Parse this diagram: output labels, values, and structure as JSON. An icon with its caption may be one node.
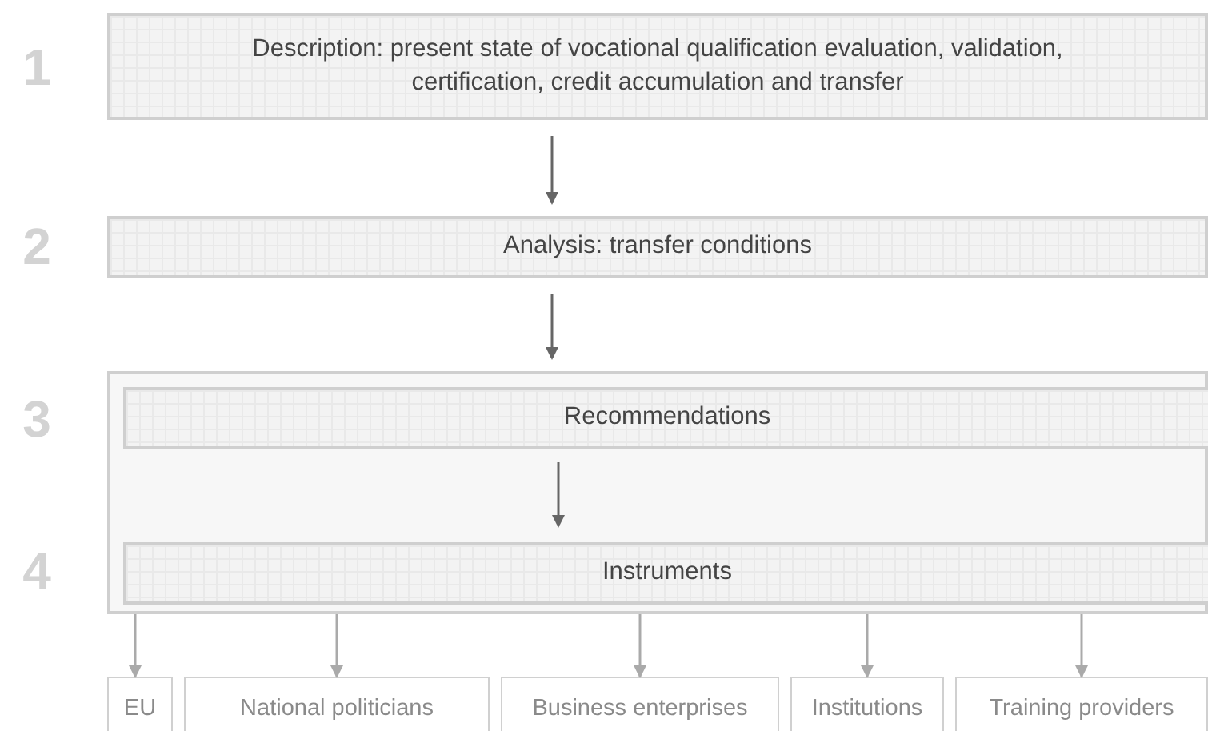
{
  "diagram": {
    "nodes": [
      {
        "text": [
          "Description: present state of vocational qualification evaluation, validation, certification, credit accumulation and transfer"
        ]
      },
      {
        "text": [
          "Analysis: transfer conditions"
        ]
      },
      {
        "text": [],
        "shape": "box"
      },
      {
        "text": [
          "Recommendations"
        ],
        "in": 2
      },
      {
        "text": [
          "Instruments"
        ],
        "in": 2
      },
      {
        "text": [
          "EU"
        ]
      },
      {
        "text": [
          "National politicians"
        ]
      },
      {
        "text": [
          "Business enterprises"
        ]
      },
      {
        "text": [
          "Institutions"
        ]
      },
      {
        "text": [
          "Training providers"
        ]
      }
    ],
    "edges": [
      {
        "from": 0,
        "to": 1,
        "arrow": "to"
      },
      {
        "from": 1,
        "to": 2,
        "arrow": "to"
      },
      {
        "from": 3,
        "to": 4,
        "arrow": "to"
      },
      {
        "from": 2,
        "to": 5,
        "arrow": "to",
        "color": "#aaaaaa"
      },
      {
        "from": 2,
        "to": 6,
        "arrow": "to",
        "color": "#aaaaaa"
      },
      {
        "from": 2,
        "to": 7,
        "arrow": "to",
        "color": "#aaaaaa"
      },
      {
        "from": 2,
        "to": 8,
        "arrow": "to",
        "color": "#aaaaaa"
      },
      {
        "from": 2,
        "to": 9,
        "arrow": "to",
        "color": "#aaaaaa"
      }
    ],
    "labels": [
      "1",
      "2",
      "3",
      "4"
    ]
  }
}
